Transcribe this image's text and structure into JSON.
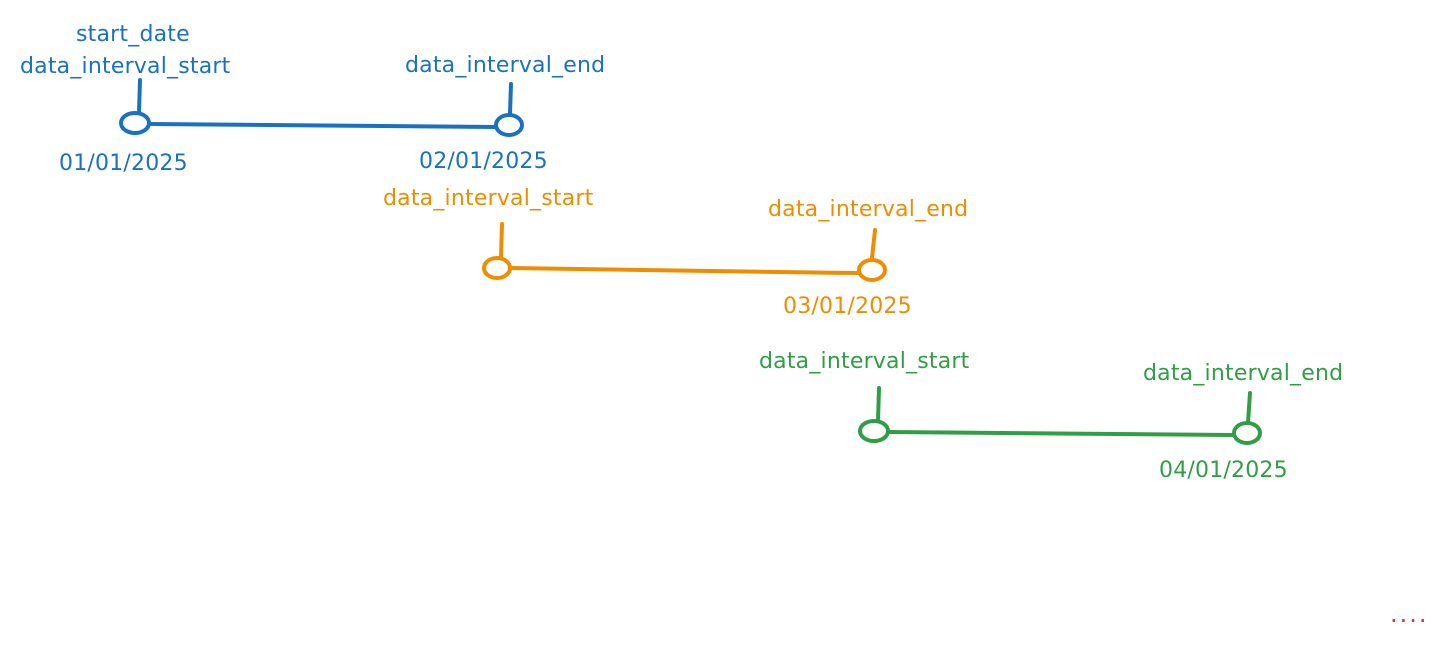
{
  "colors": {
    "interval_1": "#1971c2",
    "interval_2": "#f08c00",
    "interval_3": "#2f9e44",
    "ellipsis": "#e03131"
  },
  "intervals": [
    {
      "start_labels": [
        "start_date",
        "data_interval_start"
      ],
      "end_label": "data_interval_end",
      "start_date": "01/01/2025",
      "end_date": "02/01/2025"
    },
    {
      "start_label": "data_interval_start",
      "end_label": "data_interval_end",
      "end_date": "03/01/2025"
    },
    {
      "start_label": "data_interval_start",
      "end_label": "data_interval_end",
      "end_date": "04/01/2025"
    }
  ],
  "ellipsis": "...."
}
